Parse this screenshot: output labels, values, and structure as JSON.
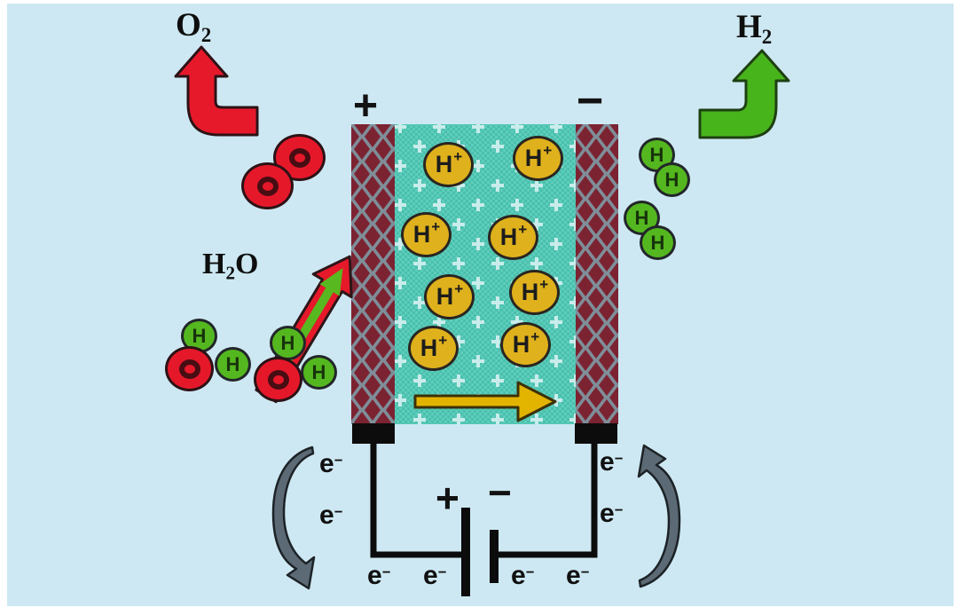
{
  "figure": {
    "subject": "Proton-exchange-membrane water electrolysis cell diagram"
  },
  "labels": {
    "oxygen_gas_base": "O",
    "oxygen_gas_sub": "2",
    "hydrogen_gas_base": "H",
    "hydrogen_gas_sub": "2",
    "water_base": "H",
    "water_sub": "2",
    "water_tail": "O",
    "anode_sign": "+",
    "cathode_sign": "−",
    "battery_positive": "+",
    "battery_negative": "−"
  },
  "particles": {
    "proton_base": "H",
    "proton_sup": "+",
    "electron_base": "e",
    "electron_sup": "−",
    "hydrogen_atom": "H"
  },
  "colors": {
    "background": "#cde8f2",
    "oxygen_red": "#e6192b",
    "hydrogen_green": "#4cb31e",
    "proton_gold": "#dfb11c",
    "membrane_teal": "#5fcdbb",
    "electrode_maroon": "#7c2332",
    "electrode_gray": "#7f8e99",
    "electron_arrow_gray": "#5c6a75",
    "wire_black": "#0c0c0c"
  }
}
